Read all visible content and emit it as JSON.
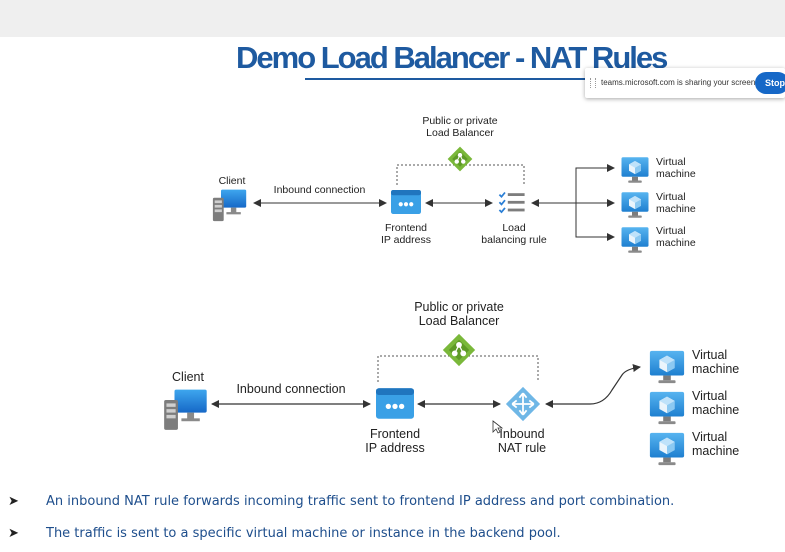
{
  "title": "Demo Load Balancer -  NAT  Rules",
  "share_bar": {
    "text": "teams.microsoft.com is sharing your screen.",
    "stop_label": "Stop"
  },
  "diagram_top": {
    "lb_label": "Public or private\nLoad Balancer",
    "client_label": "Client",
    "connection_label": "Inbound connection",
    "frontend_label": "Frontend\nIP address",
    "rule_label": "Load\nbalancing rule",
    "vm_labels": [
      "Virtual\nmachine",
      "Virtual\nmachine",
      "Virtual\nmachine"
    ]
  },
  "diagram_bottom": {
    "lb_label": "Public or private\nLoad Balancer",
    "client_label": "Client",
    "connection_label": "Inbound connection",
    "frontend_label": "Frontend\nIP address",
    "rule_label": "Inbound\nNAT rule",
    "vm_labels": [
      "Virtual\nmachine",
      "Virtual\nmachine",
      "Virtual\nmachine"
    ]
  },
  "bullets": [
    "An inbound NAT rule forwards incoming traffic sent to frontend IP address and port combination.",
    "The traffic is sent to a specific virtual machine or instance in the backend pool."
  ],
  "colors": {
    "title": "#1e5aa0",
    "azure_blue": "#2b9be0",
    "lb_green": "#7ab83a",
    "stop_button": "#1668c7"
  }
}
